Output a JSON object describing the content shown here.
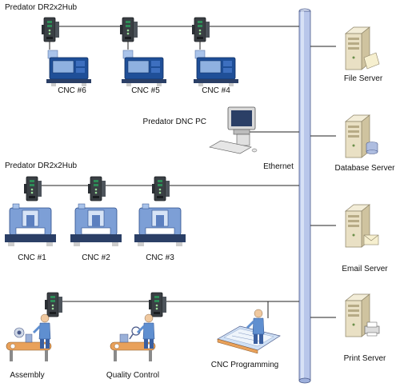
{
  "colors": {
    "ethernet_fill": "#b8c6ea",
    "ethernet_stroke": "#4a5a8a",
    "machine_blue": "#1f4f98",
    "machine_light": "#8fb1e0",
    "server_beige": "#e9e0c4",
    "line": "#222222"
  },
  "hub_groups": [
    {
      "prefix": "Predator ",
      "model": "DR2x2",
      "suffix": "Hub"
    },
    {
      "prefix": "Predator ",
      "model": "DR2x2",
      "suffix": "Hub"
    }
  ],
  "top_row": {
    "machines": [
      "CNC #6",
      "CNC #5",
      "CNC #4"
    ]
  },
  "middle_row": {
    "machines": [
      "CNC #1",
      "CNC #2",
      "CNC #3"
    ]
  },
  "bottom_row": {
    "stations": [
      "Assembly",
      "Quality Control"
    ]
  },
  "dnc_pc": {
    "label": "Predator DNC PC"
  },
  "programming": {
    "label": "CNC Programming"
  },
  "ethernet": {
    "label": "Ethernet"
  },
  "servers": [
    {
      "label": "File Server",
      "icon": "file-server-icon"
    },
    {
      "label": "Database Server",
      "icon": "database-server-icon"
    },
    {
      "label": "Email Server",
      "icon": "email-server-icon"
    },
    {
      "label": "Print Server",
      "icon": "print-server-icon"
    }
  ]
}
